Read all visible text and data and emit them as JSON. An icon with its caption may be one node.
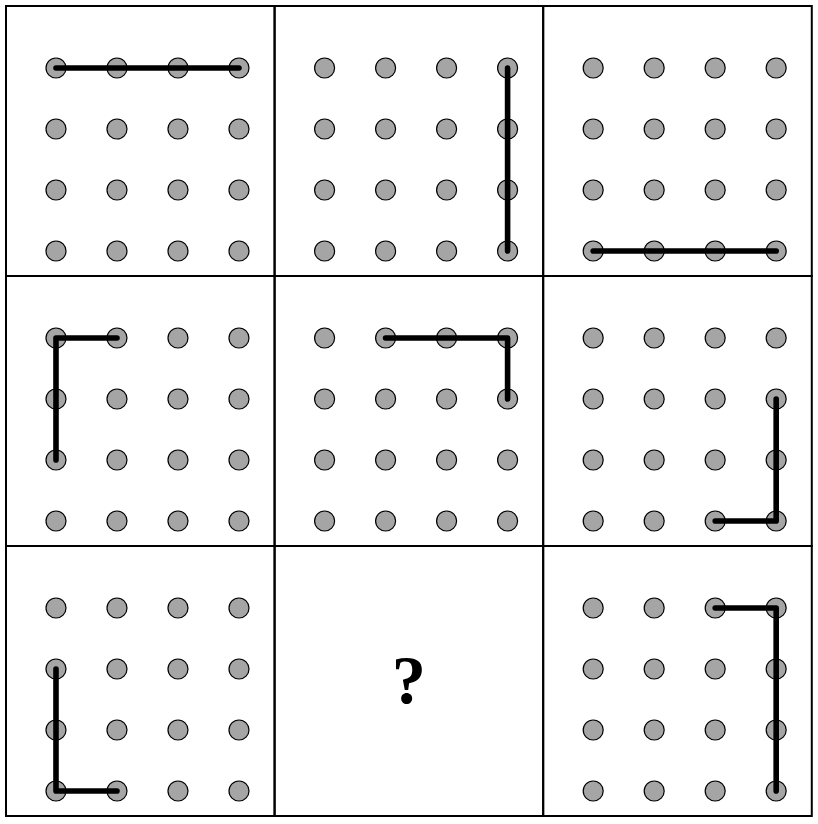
{
  "diagram": {
    "nodes": [
      {
        "text": [],
        "shape": "box"
      },
      {
        "text": [],
        "shape": "box"
      },
      {
        "text": [],
        "shape": "box"
      },
      {
        "text": [],
        "shape": "box"
      },
      {
        "text": [],
        "shape": "box"
      },
      {
        "text": [],
        "shape": "box"
      },
      {
        "text": [],
        "shape": "box"
      },
      {
        "text": [
          "?"
        ]
      },
      {
        "text": [],
        "shape": "box"
      }
    ]
  }
}
